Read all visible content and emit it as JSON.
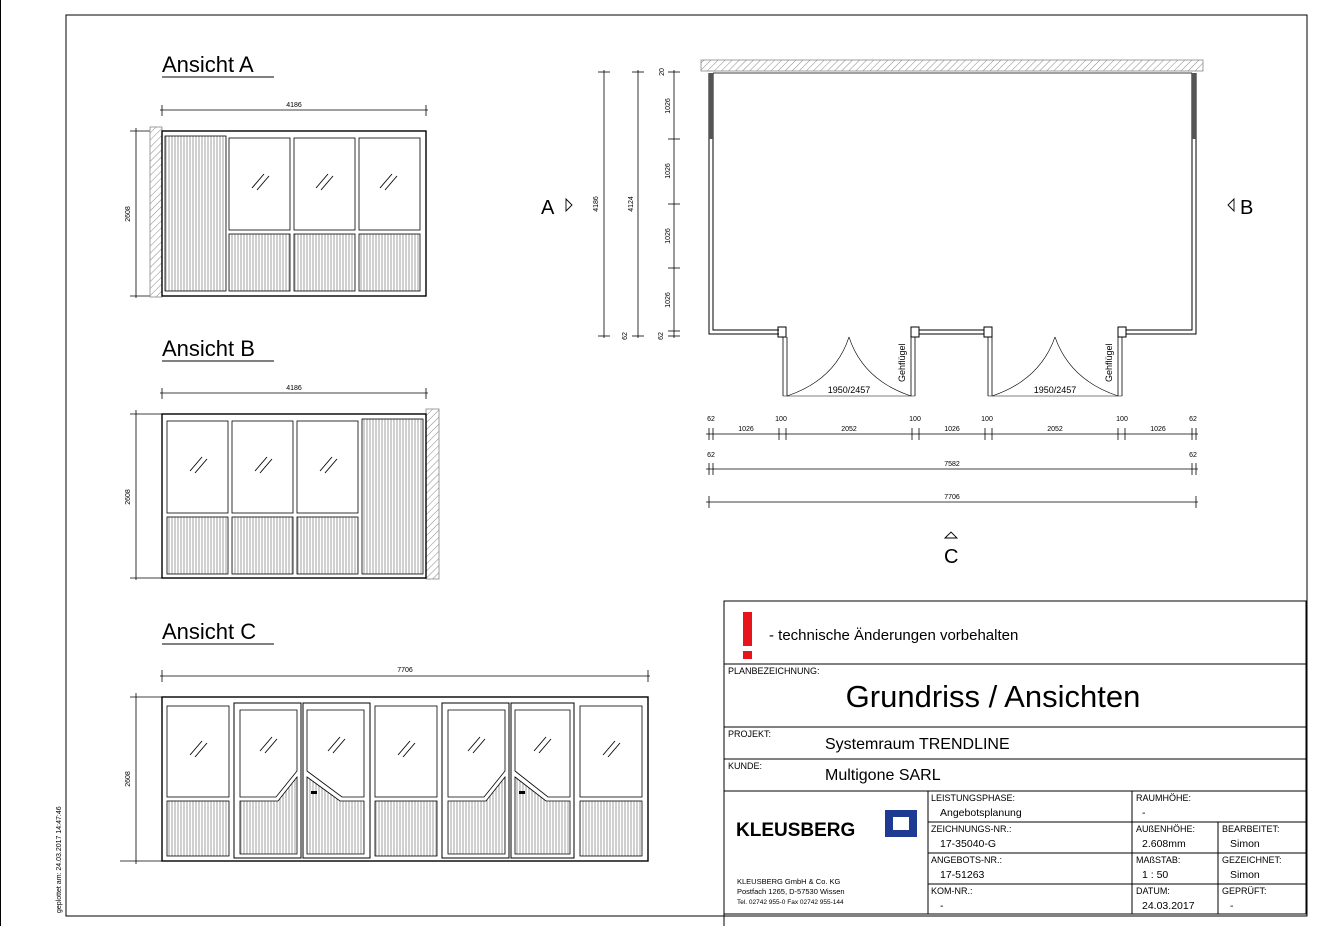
{
  "plot_note": "geplottet am: 24.03.2017 14:47:46",
  "views": {
    "a": {
      "title": "Ansicht A",
      "width_dim": "4186",
      "height_dim": "2608"
    },
    "b": {
      "title": "Ansicht B",
      "width_dim": "4186",
      "height_dim": "2608"
    },
    "c": {
      "title": "Ansicht C",
      "width_dim": "7706",
      "height_dim": "2608"
    }
  },
  "plan": {
    "marker_a": "A",
    "marker_b": "B",
    "marker_c": "C",
    "left_dims": {
      "total_outer": "4186",
      "total_inner": "4124",
      "seg": "1026",
      "top": "20",
      "bottom": "62",
      "bottom2": "62"
    },
    "door_label": "1950/2457",
    "hinge_label": "Gehflügel",
    "bottom_dims": {
      "row1_top": [
        "62",
        "100",
        "100",
        "100",
        "100",
        "62"
      ],
      "row1": [
        "1026",
        "2052",
        "1026",
        "2052",
        "1026"
      ],
      "row2_left": "62",
      "row2_right": "62",
      "row2": "7582",
      "row3": "7706"
    }
  },
  "title_block": {
    "warning_icon": "exclamation-icon",
    "warning_color": "#e8141c",
    "notice": "- technische Änderungen vorbehalten",
    "plan_label": "PLANBEZEICHNUNG:",
    "plan_title": "Grundriss / Ansichten",
    "project_label": "PROJEKT:",
    "project": "Systemraum TRENDLINE",
    "client_label": "KUNDE:",
    "client": "Multigone SARL",
    "brand": "KLEUSBERG",
    "brand_color": "#1f3a93",
    "phase_label": "LEISTUNGSPHASE:",
    "phase": "Angebotsplanung",
    "room_height_label": "RAUMHÖHE:",
    "room_height": "-",
    "drawing_no_label": "ZEICHNUNGS-NR.:",
    "drawing_no": "17-35040-G",
    "outer_height_label": "AUßENHÖHE:",
    "outer_height": "2.608mm",
    "edited_label": "BEARBEITET:",
    "edited": "Simon",
    "offer_no_label": "ANGEBOTS-NR.:",
    "offer_no": "17-51263",
    "scale_label": "MAßSTAB:",
    "scale": "1 : 50",
    "drawn_label": "GEZEICHNET:",
    "drawn": "Simon",
    "company": "KLEUSBERG GmbH & Co. KG",
    "address": "Postfach 1265, D-57530 Wissen",
    "phone": "Tel. 02742 955-0  Fax 02742 955-144",
    "kom_label": "KOM-NR.:",
    "kom": "-",
    "date_label": "DATUM:",
    "date": "24.03.2017",
    "checked_label": "GEPRÜFT:",
    "checked": "-"
  }
}
